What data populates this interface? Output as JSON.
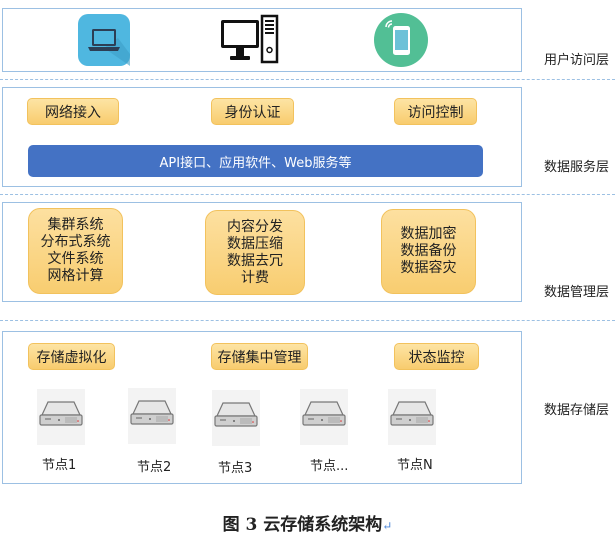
{
  "caption": {
    "text": "图 3  云存储系统架构",
    "return_mark": "↵"
  },
  "layers": {
    "user_access": {
      "label": "用户访问层",
      "icons": [
        "laptop-icon",
        "desktop-computer-icon",
        "smartphone-icon"
      ]
    },
    "data_service": {
      "label": "数据服务层",
      "modules": [
        "网络接入",
        "身份认证",
        "访问控制"
      ],
      "api_bar": "API接口、应用软件、Web服务等"
    },
    "data_management": {
      "label": "数据管理层",
      "groups": [
        [
          "集群系统",
          "分布式系统",
          "文件系统",
          "网格计算"
        ],
        [
          "内容分发",
          "数据压缩",
          "数据去冗",
          "计费"
        ],
        [
          "数据加密",
          "数据备份",
          "数据容灾"
        ]
      ]
    },
    "data_storage": {
      "label": "数据存储层",
      "modules": [
        "存储虚拟化",
        "存储集中管理",
        "状态监控"
      ],
      "nodes": [
        "节点1",
        "节点2",
        "节点3",
        "节点...",
        "节点N"
      ]
    }
  },
  "colors": {
    "border": "#9cc0e3",
    "module_fill": "#f8cc6e",
    "api_bar": "#4472c4",
    "laptop_bg": "#4fb7e0",
    "phone_bg": "#52bf95"
  }
}
